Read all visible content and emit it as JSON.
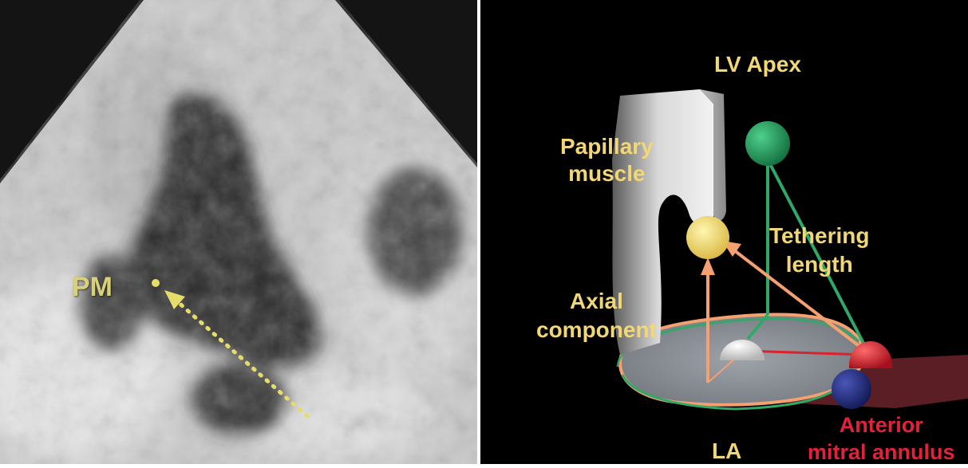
{
  "left_panel": {
    "pm_label": "PM"
  },
  "right_panel": {
    "lv_apex": "LV Apex",
    "papillary_line1": "Papillary",
    "papillary_line2": "muscle",
    "tethering_line1": "Tethering",
    "tethering_line2": "length",
    "axial_line1": "Axial",
    "axial_line2": "component",
    "la": "LA",
    "anterior_line1": "Anterior",
    "anterior_line2": "mitral annulus"
  },
  "colors": {
    "label_yellow": "#f1d778",
    "label_red": "#e1223a",
    "apex_sphere": "#1f9a5c",
    "tether_line": "#2fa968",
    "arrow_orange": "#f4a070",
    "annulus_red": "#d8222e",
    "posterior_blue": "#222c78"
  }
}
